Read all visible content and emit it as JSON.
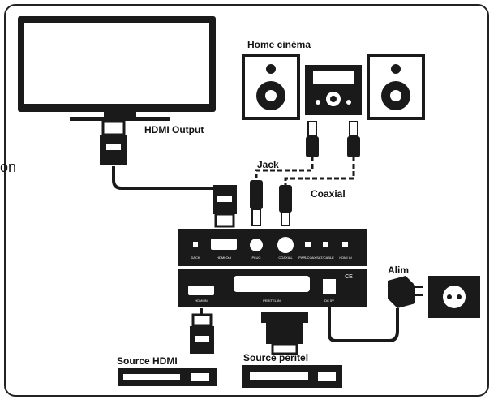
{
  "labels": {
    "home_cinema": "Home cinéma",
    "hdmi_output": "HDMI Output",
    "jack": "Jack",
    "coaxial": "Coaxial",
    "alim": "Alim",
    "source_hdmi": "Source HDMI",
    "source_peritel": "Source péritel",
    "left_fragment": "on"
  },
  "port_labels": {
    "top_panel": [
      "DACK",
      "HDMI Out",
      "PLUG",
      "COAXIAL",
      "PWR/COAX",
      "SAT/CABLE",
      "HDMI IN"
    ],
    "bottom_panel": [
      "HDMI IN",
      "PERITEL IN",
      "DC 5V"
    ],
    "ce_mark": "CE"
  }
}
